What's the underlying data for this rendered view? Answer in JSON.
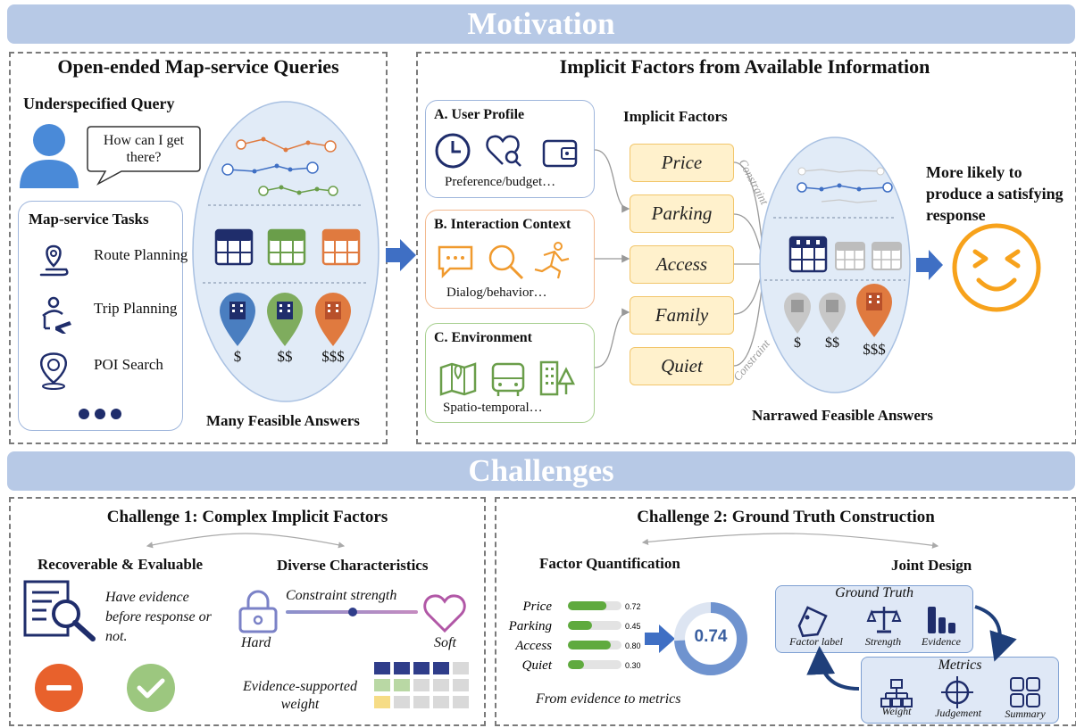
{
  "motivation": {
    "banner": "Motivation",
    "left_panel": {
      "title": "Open-ended Map-service Queries",
      "query_heading": "Underspecified Query",
      "speech": "How can I get there?",
      "tasks_title": "Map-service Tasks",
      "tasks": [
        "Route Planning",
        "Trip Planning",
        "POI Search"
      ],
      "price_tiers": [
        "$",
        "$$",
        "$$$"
      ],
      "answers_label": "Many Feasible Answers"
    },
    "right_panel": {
      "title": "Implicit Factors from Available Information",
      "sources": [
        {
          "title": "A. User Profile",
          "caption": "Preference/budget…"
        },
        {
          "title": "B. Interaction Context",
          "caption": "Dialog/behavior…"
        },
        {
          "title": "C. Environment",
          "caption": "Spatio-temporal…"
        }
      ],
      "factors_heading": "Implicit Factors",
      "factors": [
        "Price",
        "Parking",
        "Access",
        "Family",
        "Quiet"
      ],
      "constraint_label": "Constraint",
      "price_tiers": [
        "$",
        "$$",
        "$$$"
      ],
      "narrowed_label": "Narrawed Feasible Answers",
      "outcome": "More likely to produce a satisfying response"
    }
  },
  "challenges": {
    "banner": "Challenges",
    "c1": {
      "title": "Challenge 1: Complex Implicit Factors",
      "left_heading": "Recoverable & Evaluable",
      "evidence_text": "Have evidence before response or not.",
      "right_heading": "Diverse Characteristics",
      "strength_label": "Constraint strength",
      "hard": "Hard",
      "soft": "Soft",
      "weight_label": "Evidence-supported weight"
    },
    "c2": {
      "title": "Challenge 2: Ground Truth Construction",
      "left_heading": "Factor Quantification",
      "bars": [
        {
          "name": "Price",
          "value": 0.72,
          "label": "0.72"
        },
        {
          "name": "Parking",
          "value": 0.45,
          "label": "0.45"
        },
        {
          "name": "Access",
          "value": 0.8,
          "label": "0.80"
        },
        {
          "name": "Quiet",
          "value": 0.3,
          "label": "0.30"
        }
      ],
      "score": "0.74",
      "score_value": 0.74,
      "from_evidence": "From evidence to metrics",
      "right_heading": "Joint Design",
      "gt_title": "Ground Truth",
      "gt_items": [
        "Factor label",
        "Strength",
        "Evidence"
      ],
      "metrics_title": "Metrics",
      "metrics_items": [
        "Weight",
        "Judgement",
        "Summary"
      ]
    }
  },
  "colors": {
    "banner": "#b7c9e6",
    "navy": "#1f2d6b",
    "blue": "#3f6fc4",
    "orange": "#e07a3f",
    "green": "#6a9e4a",
    "factor_fill": "#fff1cc",
    "smiley": "#f7a21b"
  }
}
